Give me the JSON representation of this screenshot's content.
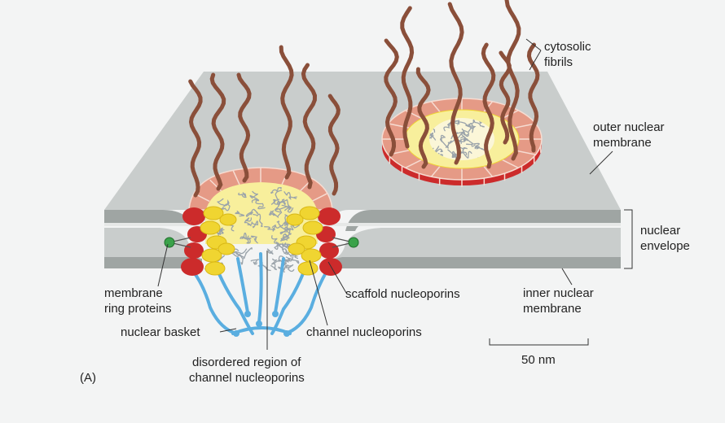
{
  "figure": {
    "panel_label": "(A)",
    "labels": {
      "cytosolic_fibrils": [
        "cytosolic",
        "fibrils"
      ],
      "outer_nuclear_membrane": [
        "outer nuclear",
        "membrane"
      ],
      "nuclear_envelope": [
        "nuclear",
        "envelope"
      ],
      "inner_nuclear_membrane": [
        "inner nuclear",
        "membrane"
      ],
      "membrane_ring_proteins": [
        "membrane",
        "ring proteins"
      ],
      "nuclear_basket": "nuclear basket",
      "scaffold_nucleoporins": "scaffold nucleoporins",
      "channel_nucleoporins": "channel nucleoporins",
      "disordered_region": [
        "disordered region of",
        "channel nucleoporins"
      ]
    },
    "scale_bar": {
      "label": "50 nm"
    }
  },
  "colors": {
    "membrane": "#c9cdcc",
    "membrane_edge": "#9fa5a3",
    "fibril": "#8a4f3a",
    "scaffold_outer": "#e59a86",
    "scaffold_inner": "#f8ef9c",
    "ring_red": "#cc2b2b",
    "channel_yellow": "#f0d531",
    "basket_blue": "#5aaee0",
    "ring_protein_green": "#3aa24a",
    "disordered_gray": "#9aa3aa",
    "leader": "#333333"
  }
}
